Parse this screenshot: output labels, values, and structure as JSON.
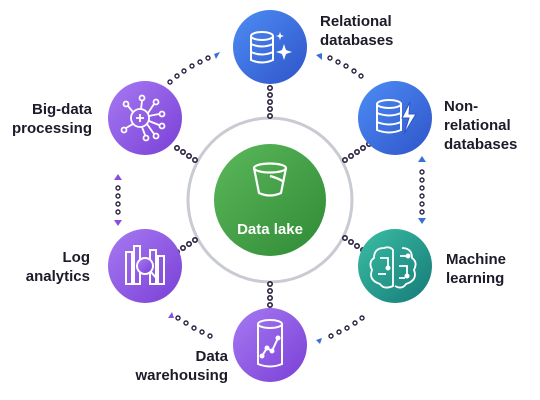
{
  "hub": {
    "label": "Data lake",
    "icon": "bucket-icon",
    "color": "#3d9a3e"
  },
  "nodes": {
    "relational": {
      "line1": "Relational",
      "line2": "databases",
      "icon": "database-sparkle-icon",
      "color": "#3a6fd8"
    },
    "nonrelational": {
      "line1": "Non-",
      "line2": "relational",
      "line3": "databases",
      "icon": "database-lightning-icon",
      "color": "#3a6fd8"
    },
    "ml": {
      "line1": "Machine",
      "line2": "learning",
      "icon": "brain-circuit-icon",
      "color": "#1e9e8a"
    },
    "warehousing": {
      "line1": "Data",
      "line2": "warehousing",
      "icon": "cylinder-chart-icon",
      "color": "#8a4fe0"
    },
    "log": {
      "line1": "Log",
      "line2": "analytics",
      "icon": "magnifier-bars-icon",
      "color": "#8a4fe0"
    },
    "bigdata": {
      "line1": "Big-data",
      "line2": "processing",
      "icon": "network-nodes-icon",
      "color": "#8a4fe0"
    }
  },
  "colors": {
    "ring": "#c8cbd2",
    "connector": "#2b2140",
    "arrow_blue": "#3a6fd8",
    "arrow_purple": "#8a4fe0"
  }
}
